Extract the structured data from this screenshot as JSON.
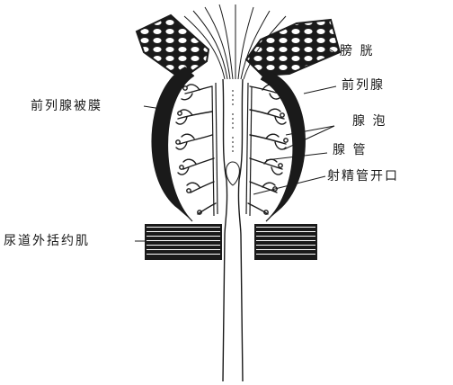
{
  "labels": {
    "bladder": "膀 胱",
    "prostate": "前列腺",
    "capsule": "前列腺被膜",
    "alveoli": "腺 泡",
    "ducts": "腺 管",
    "ejaculatory_opening": "射精管开口",
    "sphincter": "尿道外括约肌"
  },
  "colors": {
    "ink": "#1a1a1a",
    "paper": "#ffffff"
  }
}
